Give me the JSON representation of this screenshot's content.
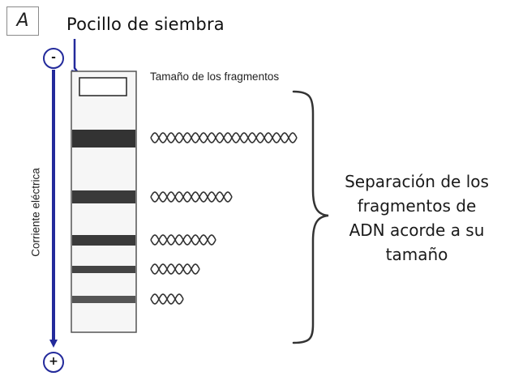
{
  "panel_label": "A",
  "well_title": "Pocillo de siembra",
  "size_label": "Tamaño de los fragmentos",
  "current_label": "Corriente eléctrica",
  "electrode_negative": "-",
  "electrode_positive": "+",
  "separation_lines": [
    "Separación de los",
    "fragmentos de",
    "ADN acorde a su",
    "tamaño"
  ],
  "colors": {
    "arrow": "#232a9b",
    "band": "#3a3a3a",
    "gel_border": "#555555",
    "text": "#1a1a1a"
  },
  "fragments": [
    {
      "band": "band-1",
      "turns": 9
    },
    {
      "band": "band-2",
      "turns": 5
    },
    {
      "band": "band-3",
      "turns": 4
    },
    {
      "band": "band-4",
      "turns": 3
    },
    {
      "band": "band-5",
      "turns": 2
    }
  ]
}
